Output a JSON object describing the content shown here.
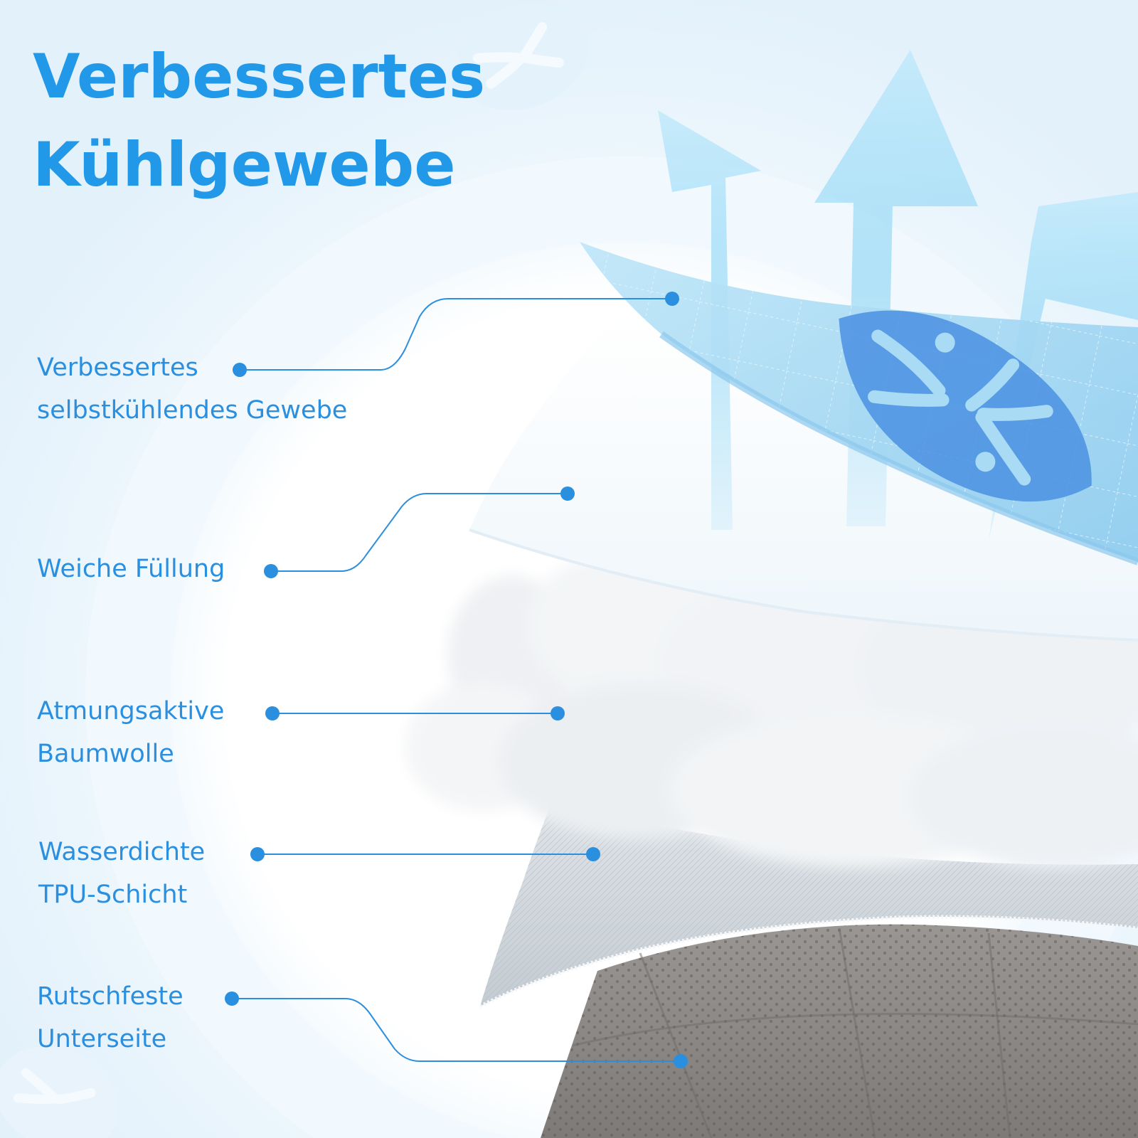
{
  "title": {
    "line1": "Verbessertes",
    "line2": "Kühlgewebe"
  },
  "layers": [
    {
      "line1": "Verbessertes",
      "line2": "selbstkühlendes Gewebe"
    },
    {
      "line1": "Weiche Füllung",
      "line2": ""
    },
    {
      "line1": "Atmungsaktive",
      "line2": "Baumwolle"
    },
    {
      "line1": "Wasserdichte",
      "line2": "TPU-Schicht"
    },
    {
      "line1": "Rutschfeste",
      "line2": "Unterseite"
    }
  ],
  "colors": {
    "accent": "#2299e8",
    "label": "#2b8fe0",
    "cooling_fabric": "#a9dbf5",
    "leaf_pattern": "#4a90e2",
    "bottom_layer": "#8a8785"
  },
  "icons": [
    "monstera-leaf-icon",
    "cooling-arrow-icon"
  ]
}
